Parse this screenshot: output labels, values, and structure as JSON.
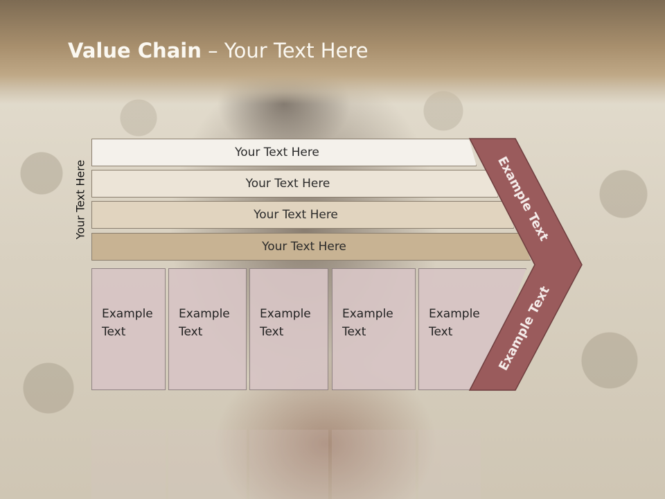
{
  "title": {
    "bold": "Value Chain",
    "rest": " – Your Text Here"
  },
  "side_label": "Your Text Here",
  "bars": [
    {
      "label": "Your Text Here"
    },
    {
      "label": "Your Text Here"
    },
    {
      "label": "Your Text Here"
    },
    {
      "label": "Your Text Here"
    }
  ],
  "boxes": [
    {
      "line1": "Example",
      "line2": "Text"
    },
    {
      "line1": "Example",
      "line2": "Text"
    },
    {
      "line1": "Example",
      "line2": "Text"
    },
    {
      "line1": "Example",
      "line2": "Text"
    },
    {
      "line1": "Example",
      "line2": "Text"
    }
  ],
  "chevron": {
    "upper": "Example Text",
    "lower": "Example Text",
    "color": "#9a5b5c"
  }
}
